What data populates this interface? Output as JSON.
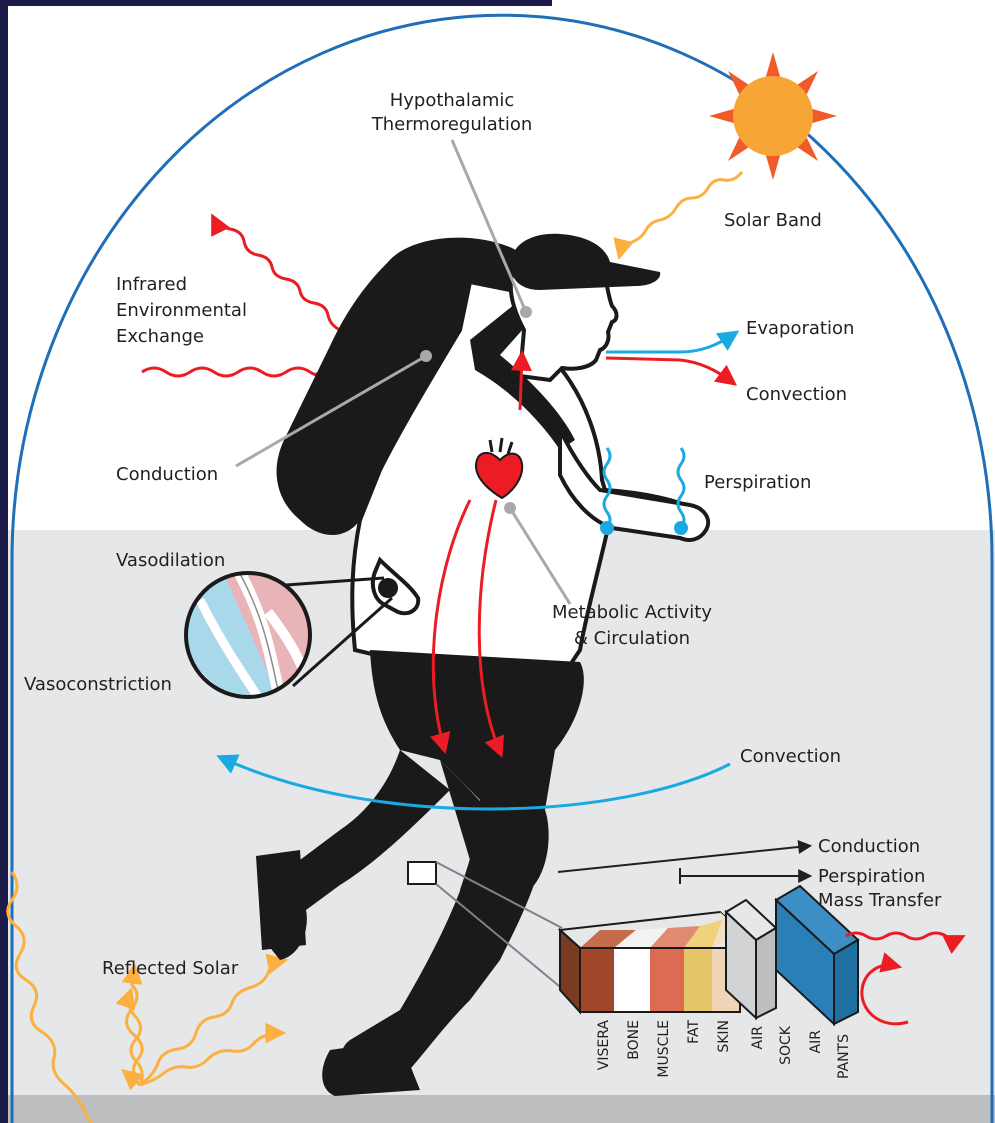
{
  "labels": {
    "hypothalamic": [
      "Hypothalamic",
      "Thermoregulation"
    ],
    "solar_band": "Solar Band",
    "infrared": [
      "Infrared",
      "Environmental",
      "Exchange"
    ],
    "evaporation": "Evaporation",
    "convection_upper": "Convection",
    "conduction_upper": "Conduction",
    "perspiration": "Perspiration",
    "vasodilation": "Vasodilation",
    "metabolic": [
      "Metabolic Activity",
      "& Circulation"
    ],
    "vasoconstriction": "Vasoconstriction",
    "convection_lower": "Convection",
    "conduction_lower": "Conduction",
    "perspiration_mass": [
      "Perspiration",
      "Mass Transfer"
    ],
    "reflected_solar": "Reflected Solar"
  },
  "layers": [
    "VISERA",
    "BONE",
    "MUSCLE",
    "FAT",
    "SKIN",
    "AIR",
    "SOCK",
    "AIR",
    "PANTS"
  ],
  "colors": {
    "sky_arc": "#1f6fb8",
    "ground_band": "#e6e7e8",
    "floor": "#bcbec0",
    "heat_red": "#ec1c24",
    "cool_blue": "#1ba9e1",
    "solar_orange": "#fbb040",
    "sun": "#f7a535",
    "sun_rays": "#f15a29",
    "silhouette": "#1a1a1a"
  },
  "icons": {
    "sun": "sun-icon",
    "heart": "heart-icon"
  }
}
